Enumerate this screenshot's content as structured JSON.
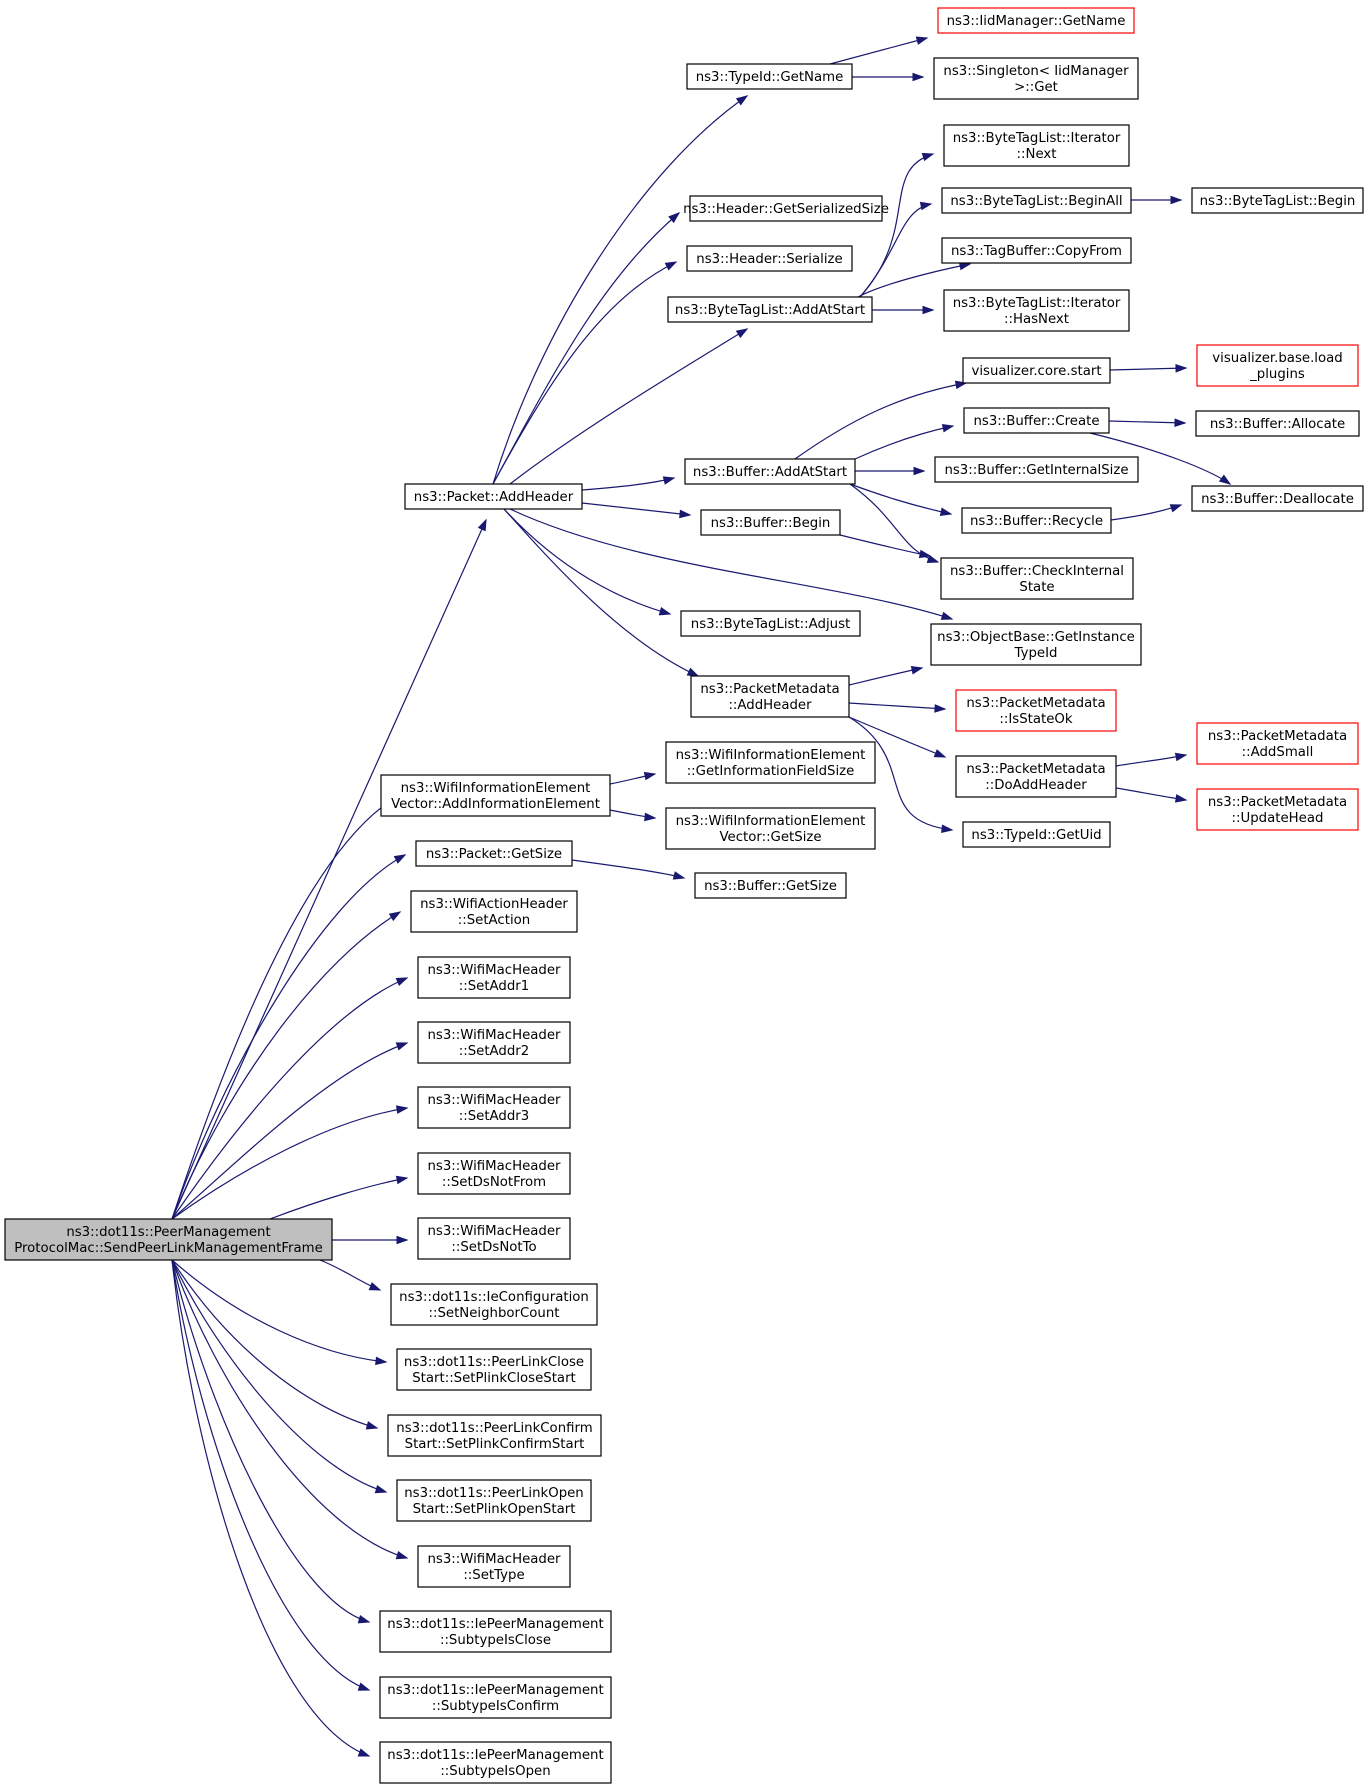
{
  "graph": {
    "nodes": [
      {
        "id": "root",
        "lines": [
          "ns3::dot11s::PeerManagement",
          "ProtocolMac::SendPeerLinkManagementFrame"
        ],
        "style": "root"
      },
      {
        "id": "pah",
        "lines": [
          "ns3::Packet::AddHeader"
        ]
      },
      {
        "id": "wiev",
        "lines": [
          "ns3::WifiInformationElement",
          "Vector::AddInformationElement"
        ]
      },
      {
        "id": "pgs",
        "lines": [
          "ns3::Packet::GetSize"
        ]
      },
      {
        "id": "wahsa",
        "lines": [
          "ns3::WifiActionHeader",
          "::SetAction"
        ]
      },
      {
        "id": "wma1",
        "lines": [
          "ns3::WifiMacHeader",
          "::SetAddr1"
        ]
      },
      {
        "id": "wma2",
        "lines": [
          "ns3::WifiMacHeader",
          "::SetAddr2"
        ]
      },
      {
        "id": "wma3",
        "lines": [
          "ns3::WifiMacHeader",
          "::SetAddr3"
        ]
      },
      {
        "id": "wmdnf",
        "lines": [
          "ns3::WifiMacHeader",
          "::SetDsNotFrom"
        ]
      },
      {
        "id": "wmdnt",
        "lines": [
          "ns3::WifiMacHeader",
          "::SetDsNotTo"
        ]
      },
      {
        "id": "iecfg",
        "lines": [
          "ns3::dot11s::IeConfiguration",
          "::SetNeighborCount"
        ]
      },
      {
        "id": "plcs",
        "lines": [
          "ns3::dot11s::PeerLinkClose",
          "Start::SetPlinkCloseStart"
        ]
      },
      {
        "id": "plcfs",
        "lines": [
          "ns3::dot11s::PeerLinkConfirm",
          "Start::SetPlinkConfirmStart"
        ]
      },
      {
        "id": "plos",
        "lines": [
          "ns3::dot11s::PeerLinkOpen",
          "Start::SetPlinkOpenStart"
        ]
      },
      {
        "id": "wmst",
        "lines": [
          "ns3::WifiMacHeader",
          "::SetType"
        ]
      },
      {
        "id": "sic",
        "lines": [
          "ns3::dot11s::IePeerManagement",
          "::SubtypeIsClose"
        ]
      },
      {
        "id": "sicf",
        "lines": [
          "ns3::dot11s::IePeerManagement",
          "::SubtypeIsConfirm"
        ]
      },
      {
        "id": "sio",
        "lines": [
          "ns3::dot11s::IePeerManagement",
          "::SubtypeIsOpen"
        ]
      },
      {
        "id": "tgn",
        "lines": [
          "ns3::TypeId::GetName"
        ]
      },
      {
        "id": "hgss",
        "lines": [
          "ns3::Header::GetSerializedSize"
        ]
      },
      {
        "id": "hser",
        "lines": [
          "ns3::Header::Serialize"
        ]
      },
      {
        "id": "btlaas",
        "lines": [
          "ns3::ByteTagList::AddAtStart"
        ]
      },
      {
        "id": "baas",
        "lines": [
          "ns3::Buffer::AddAtStart"
        ]
      },
      {
        "id": "bbeg",
        "lines": [
          "ns3::Buffer::Begin"
        ]
      },
      {
        "id": "btladj",
        "lines": [
          "ns3::ByteTagList::Adjust"
        ]
      },
      {
        "id": "pmah",
        "lines": [
          "ns3::PacketMetadata",
          "::AddHeader"
        ]
      },
      {
        "id": "wiegif",
        "lines": [
          "ns3::WifiInformationElement",
          "::GetInformationFieldSize"
        ]
      },
      {
        "id": "wievgs",
        "lines": [
          "ns3::WifiInformationElement",
          "Vector::GetSize"
        ]
      },
      {
        "id": "bgs",
        "lines": [
          "ns3::Buffer::GetSize"
        ]
      },
      {
        "id": "iimgn",
        "lines": [
          "ns3::IidManager::GetName"
        ],
        "style": "red"
      },
      {
        "id": "sing",
        "lines": [
          "ns3::Singleton< IidManager",
          ">::Get"
        ]
      },
      {
        "id": "btlin",
        "lines": [
          "ns3::ByteTagList::Iterator",
          "::Next"
        ]
      },
      {
        "id": "btlba",
        "lines": [
          "ns3::ByteTagList::BeginAll"
        ]
      },
      {
        "id": "tbcf",
        "lines": [
          "ns3::TagBuffer::CopyFrom"
        ]
      },
      {
        "id": "btlihn",
        "lines": [
          "ns3::ByteTagList::Iterator",
          "::HasNext"
        ]
      },
      {
        "id": "vcs",
        "lines": [
          "visualizer.core.start"
        ]
      },
      {
        "id": "bcre",
        "lines": [
          "ns3::Buffer::Create"
        ]
      },
      {
        "id": "bgis",
        "lines": [
          "ns3::Buffer::GetInternalSize"
        ]
      },
      {
        "id": "brec",
        "lines": [
          "ns3::Buffer::Recycle"
        ]
      },
      {
        "id": "bcis",
        "lines": [
          "ns3::Buffer::CheckInternal",
          "State"
        ]
      },
      {
        "id": "obgit",
        "lines": [
          "ns3::ObjectBase::GetInstance",
          "TypeId"
        ]
      },
      {
        "id": "pmiso",
        "lines": [
          "ns3::PacketMetadata",
          "::IsStateOk"
        ],
        "style": "red"
      },
      {
        "id": "pmdah",
        "lines": [
          "ns3::PacketMetadata",
          "::DoAddHeader"
        ]
      },
      {
        "id": "tgu",
        "lines": [
          "ns3::TypeId::GetUid"
        ]
      },
      {
        "id": "btlb",
        "lines": [
          "ns3::ByteTagList::Begin"
        ]
      },
      {
        "id": "vblp",
        "lines": [
          "visualizer.base.load",
          "_plugins"
        ],
        "style": "red"
      },
      {
        "id": "ball",
        "lines": [
          "ns3::Buffer::Allocate"
        ]
      },
      {
        "id": "bdea",
        "lines": [
          "ns3::Buffer::Deallocate"
        ]
      },
      {
        "id": "pmas",
        "lines": [
          "ns3::PacketMetadata",
          "::AddSmall"
        ],
        "style": "red"
      },
      {
        "id": "pmuh",
        "lines": [
          "ns3::PacketMetadata",
          "::UpdateHead"
        ],
        "style": "red"
      }
    ]
  }
}
